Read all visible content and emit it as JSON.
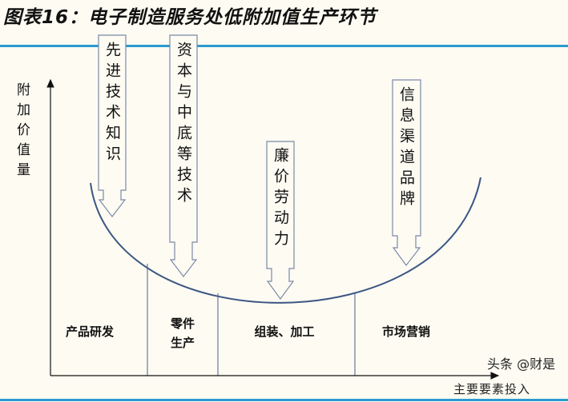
{
  "title": "图表16：电子制造服务处低附加值生产环节",
  "y_axis_label": "附加价值量",
  "x_axis_label": "主要要素投入",
  "inputs": [
    {
      "label": "先进技术知识"
    },
    {
      "label": "资本与中底等技术"
    },
    {
      "label": "廉价劳动力"
    },
    {
      "label": "信息渠道品牌"
    }
  ],
  "stages": [
    {
      "label": "产品研发"
    },
    {
      "label": "零件\n生产"
    },
    {
      "label": "组装、加工"
    },
    {
      "label": "市场营销"
    }
  ],
  "watermark": "头条 @财是",
  "colors": {
    "rule": "#2a9ad0",
    "curve": "#3b5585",
    "arrow_stroke": "#7a8aa8",
    "background": "#fdfbf2"
  }
}
